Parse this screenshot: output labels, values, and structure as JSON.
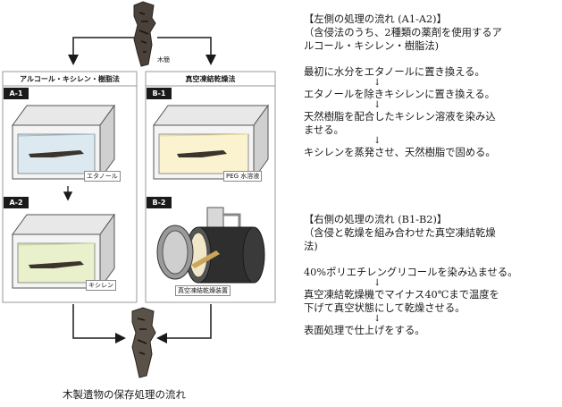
{
  "diagram": {
    "top_label": "木簡",
    "left_panel": {
      "title": "アルコール・キシレン・樹脂法",
      "steps": [
        {
          "id": "A-1",
          "caption": "エタノール"
        },
        {
          "id": "A-2",
          "caption": "キシレン"
        }
      ]
    },
    "right_panel": {
      "title": "真空凍結乾燥法",
      "steps": [
        {
          "id": "B-1",
          "caption": "PEG 水溶液"
        },
        {
          "id": "B-2",
          "caption": "真空凍結乾燥装置"
        }
      ]
    },
    "bottom_caption": "木製遺物の保存処理の流れ",
    "colors": {
      "ethanol": "#dce9f1",
      "xylene": "#e9f0cc",
      "peg": "#fbf3cf",
      "wood": "#3b342c",
      "frame": "#9a9a9a"
    }
  },
  "flow_text": {
    "left": {
      "heading": "【左側の処理の流れ (A1-A2)】",
      "note": [
        "（含侵法のうち、2種類の薬剤を使用するア",
        "ルコール・キシレン・樹脂法)"
      ],
      "steps": [
        [
          "最初に水分をエタノールに置き換える。"
        ],
        [
          "エタノールを除きキシレンに置き換える。"
        ],
        [
          "天然樹脂を配合したキシレン溶液を染み込",
          "ませる。"
        ],
        [
          "キシレンを蒸発させ、天然樹脂で固める。"
        ]
      ]
    },
    "right": {
      "heading": "【右側の処理の流れ (B1-B2)】",
      "note": [
        "（含侵と乾燥を組み合わせた真空凍結乾燥",
        "法)"
      ],
      "steps": [
        [
          "40%ポリエチレングリコールを染み込ませる。"
        ],
        [
          "真空凍結乾燥機でマイナス40℃まで温度を",
          "下げて真空状態にして乾燥させる。"
        ],
        [
          "表面処理で仕上げをする。"
        ]
      ]
    },
    "arrow": "↓"
  }
}
